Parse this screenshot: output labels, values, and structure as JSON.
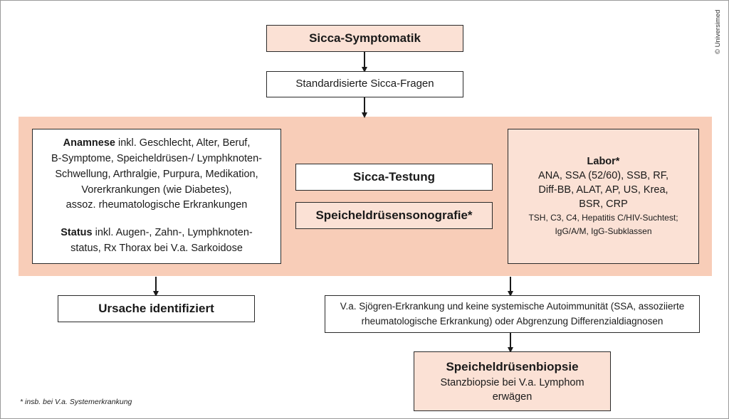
{
  "boxes": {
    "sicca_symptomatik": "Sicca-Symptomatik",
    "standardisierte_fragen": "Standardisierte Sicca-Fragen",
    "anamnese": {
      "line1_bold": "Anamnese",
      "line1_rest": " inkl. Geschlecht, Alter, Beruf,",
      "line2": "B-Symptome, Speicheldrüsen-/ Lymphknoten-",
      "line3": "Schwellung, Arthralgie, Purpura, Medikation,",
      "line4": "Vorerkrankungen (wie Diabetes),",
      "line5": "assoz. rheumatologische Erkrankungen",
      "status_bold": "Status",
      "status_rest": " inkl. Augen-, Zahn-, Lymphknoten-",
      "status_line2": "status, Rx Thorax bei V.a. Sarkoidose"
    },
    "sicca_testung": "Sicca-Testung",
    "sonografie": "Speicheldrüsensonografie*",
    "labor": {
      "title": "Labor*",
      "line1": "ANA, SSA (52/60), SSB, RF,",
      "line2": "Diff-BB, ALAT, AP, US, Krea,",
      "line3": "BSR, CRP",
      "small1": "TSH, C3, C4, Hepatitis C/HIV-Suchtest;",
      "small2": "IgG/A/M, IgG-Subklassen"
    },
    "ursache": "Ursache identifiziert",
    "verdacht": {
      "line1": "V.a. Sjögren-Erkrankung und keine systemische Autoimmunität (SSA, assoziierte",
      "line2": "rheumatologische Erkrankung) oder Abgrenzung Differenzialdiagnosen"
    },
    "biopsie": {
      "title": "Speicheldrüsenbiopsie",
      "line1": "Stanzbiopsie bei V.a. Lymphom",
      "line2": "erwägen"
    }
  },
  "footnote": "* insb. bei V.a. Systemerkrankung",
  "copyright": "© Universimed",
  "colors": {
    "band": "#f8cdb8",
    "peach_box": "#fbe1d5",
    "border": "#2a2a2a"
  }
}
